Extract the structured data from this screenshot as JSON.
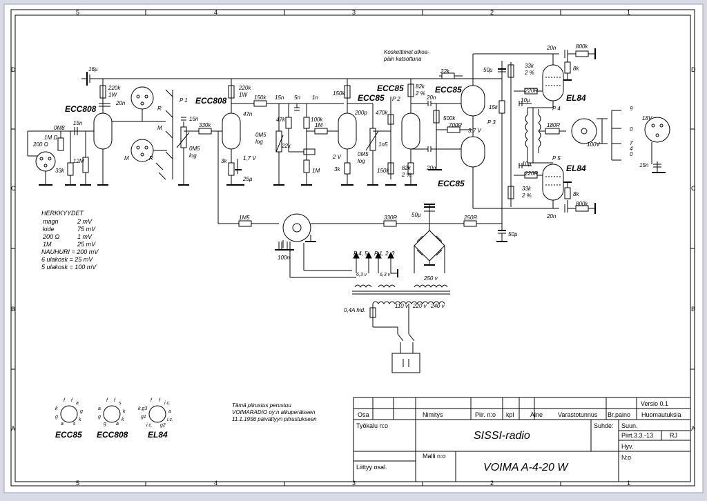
{
  "border": {
    "cols_top": [
      "5",
      "4",
      "3",
      "2",
      "1"
    ],
    "cols_bottom": [
      "5",
      "4",
      "3",
      "2",
      "1"
    ],
    "rows_left": [
      "D",
      "C",
      "B",
      "A"
    ],
    "rows_right": [
      "D",
      "C",
      "B",
      "A"
    ]
  },
  "labels": {
    "note_contacts": [
      "Koskettimet ulkoa-",
      "päin katsottuna"
    ],
    "c16u": "16µ",
    "r220k1w_a": "220k",
    "r220k1w_b": "1W",
    "c20n_a": "20n",
    "r": "R",
    "m": "M",
    "p1": "P 1",
    "c15n_a": "15n",
    "r330k": "330k",
    "r0m5log_a": "0M5",
    "r0m5log_b": "log",
    "ecc808_tube": "ECC808",
    "ecc808_tube2": "ECC808",
    "r0m8": "0M8",
    "c15n_in": "15n",
    "r1m_in": "1M Ω",
    "r200ohm": "200 Ω",
    "r12m": "12M",
    "r33k_in": "33k",
    "m2": "M",
    "r2": "R",
    "r220k1w2_a": "220k",
    "r220k1w2_b": "1W",
    "c47n": "47n",
    "r150k_a": "150k",
    "c15n_b": "15n",
    "c5n": "5n",
    "c1n": "1n",
    "r47k": "47k",
    "r100k": "100k",
    "r1m_b": "1M",
    "r0m5log2_a": "0M5",
    "r0m5log2_b": "log",
    "r22k_a": "22k",
    "r3k_a": "3k",
    "v17": "1,7 V",
    "c25u": "25µ",
    "r1m_c": "1M",
    "r150k_b": "150k",
    "ecc85_a": "ECC85",
    "ecc85_b": "ECC85",
    "ecc85_c": "ECC85",
    "ecc85_d": "ECC85",
    "c200p": "200p",
    "r470k": "470k",
    "p2": "P 2",
    "r82k_a": "82k",
    "pct2_a": "2 %",
    "v2": "2 V",
    "r3k_b": "3k",
    "r0m5log3_a": "0M5",
    "r0m5log3_b": "log",
    "c1n5": "1n5",
    "r150k_c": "150k",
    "r82k_b": "82k",
    "pct2_b": "2 %",
    "r22k_b": "22k",
    "c20n_b": "20n",
    "r500k": "500k",
    "r700r": "700R",
    "v37": "3,7 V",
    "c20n_c": "20n",
    "c50u_a": "50µ",
    "r15k": "15k",
    "p3": "P 3",
    "c20n_top": "20n",
    "r800k_top": "800k",
    "r33k_top": "33k",
    "pct2_top": "2 %",
    "r8k_top": "8k",
    "r220r_top": "220R",
    "c10u_top": "10µ",
    "el84_top": "EL84",
    "p4": "P 4",
    "r180r": "180R",
    "v100": "100V",
    "c10u_bot": "10µ",
    "r220r_bot": "220R",
    "p5": "P 5",
    "el84_bot": "EL84",
    "r33k_bot": "33k",
    "pct2_bot": "2 %",
    "r8k_bot": "8k",
    "r800k_bot": "800k",
    "c20n_bot": "20n",
    "spk_9": "9",
    "spk_0": "0",
    "spk_7": "7",
    "spk_4": "4",
    "spk_0b": "0",
    "v18": "18V",
    "c15n_out": "15n",
    "r1m5": "1M5",
    "c100n": "100n",
    "r330r": "330R",
    "c50u_b": "50µ",
    "r250r": "250R",
    "c50u_c": "50µ",
    "p45": "P 4, 5",
    "p123": "P 1, 2, 3",
    "v63_a": "6,3 v",
    "v63_b": "6,3 v",
    "v250": "250 v",
    "fuse": "0,4A hid.",
    "v110": "110 v",
    "v220": "220 v",
    "v240": "240 v"
  },
  "sensitivities": {
    "title": "HERKKYYDET",
    "rows": [
      {
        "k": "magn",
        "v": "2 mV"
      },
      {
        "k": "kide",
        "v": "75 mV"
      },
      {
        "k": "200 Ω",
        "v": "1 mV"
      },
      {
        "k": "1M",
        "v": "25 mV"
      }
    ],
    "extra": [
      "NAUHURI = 200 mV",
      "6 ulakosk  =  25 mV",
      "5 ulakosk = 100 mV"
    ]
  },
  "pinouts": {
    "ecc85": {
      "name": "ECC85",
      "pins": [
        "f",
        "f",
        "a",
        "k",
        "g",
        "g",
        "k",
        "a",
        "s"
      ]
    },
    "ecc808": {
      "name": "ECC808",
      "pins": [
        "f",
        "f",
        "s",
        "a",
        "k",
        "g",
        "k",
        "g",
        "a"
      ]
    },
    "el84": {
      "name": "EL84",
      "pins": [
        "f",
        "f",
        "i.c.",
        "k,g3",
        "a",
        "g1",
        "i.c.",
        "i.c.",
        "g2"
      ]
    }
  },
  "footnote": [
    "Tämä piirustus perustuu",
    "VOIMARADIO oy:n alkuperäiseen",
    "11.1.1956 päivättyyn piirustukseen"
  ],
  "titleblock": {
    "version": "Versio 0.1",
    "head": [
      "Osa",
      "Nimitys",
      "Piir. n:o",
      "kpl",
      "Aine",
      "Varastotunnus",
      "Br.paino",
      "Huomautuksia"
    ],
    "tool": "Työkalu n:o",
    "product": "SISSI-radio",
    "suhde": "Suhde:",
    "suun": "Suun.",
    "piirt": "Piirt.3.3.-13",
    "rj": "RJ",
    "hyv": "Hyv.",
    "malli": "Malli n:o",
    "model": "VOIMA A-4-20 W",
    "no": "N:o",
    "liittyy": "Liittyy osal."
  },
  "colors": {
    "paper": "#ffffff",
    "frame": "#d7dbe6",
    "ink": "#000000"
  }
}
